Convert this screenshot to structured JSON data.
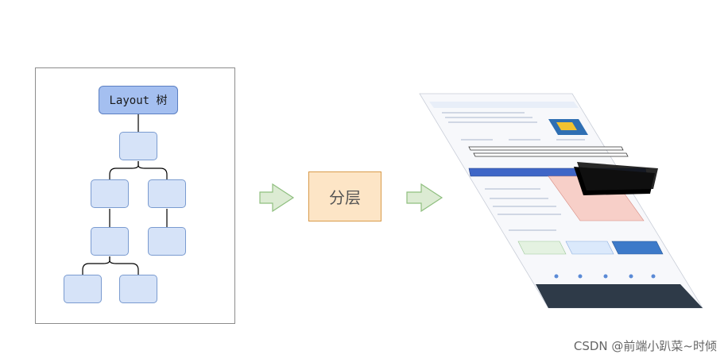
{
  "tree": {
    "root_label": "Layout 树"
  },
  "process": {
    "layer_label": "分层"
  },
  "watermark": "CSDN @前端小趴菜~时倾",
  "colors": {
    "node_fill": "#d6e3f8",
    "node_border": "#7a9bd0",
    "root_fill": "#a4bff0",
    "layer_fill": "#fde5c6",
    "arrow_fill": "#dcebd3"
  }
}
